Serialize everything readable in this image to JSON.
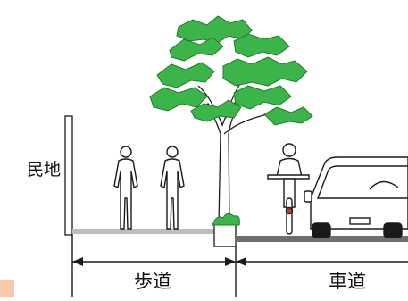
{
  "labels": {
    "private_land": "民地",
    "sidewalk": "歩道",
    "roadway": "車道"
  },
  "colors": {
    "ink": "#1a1a1a",
    "foliage": "#3bb54a",
    "foliage_dark": "#1f7a2b",
    "trunk": "#ffffff",
    "sidewalk_surface": "#bdbdbd",
    "road_surface": "#6e6e6e",
    "corner_badge": "#f7c9a8"
  },
  "icons": [
    "pedestrian-icon",
    "pedestrian-icon",
    "street-tree-icon",
    "cyclist-icon",
    "car-icon"
  ]
}
